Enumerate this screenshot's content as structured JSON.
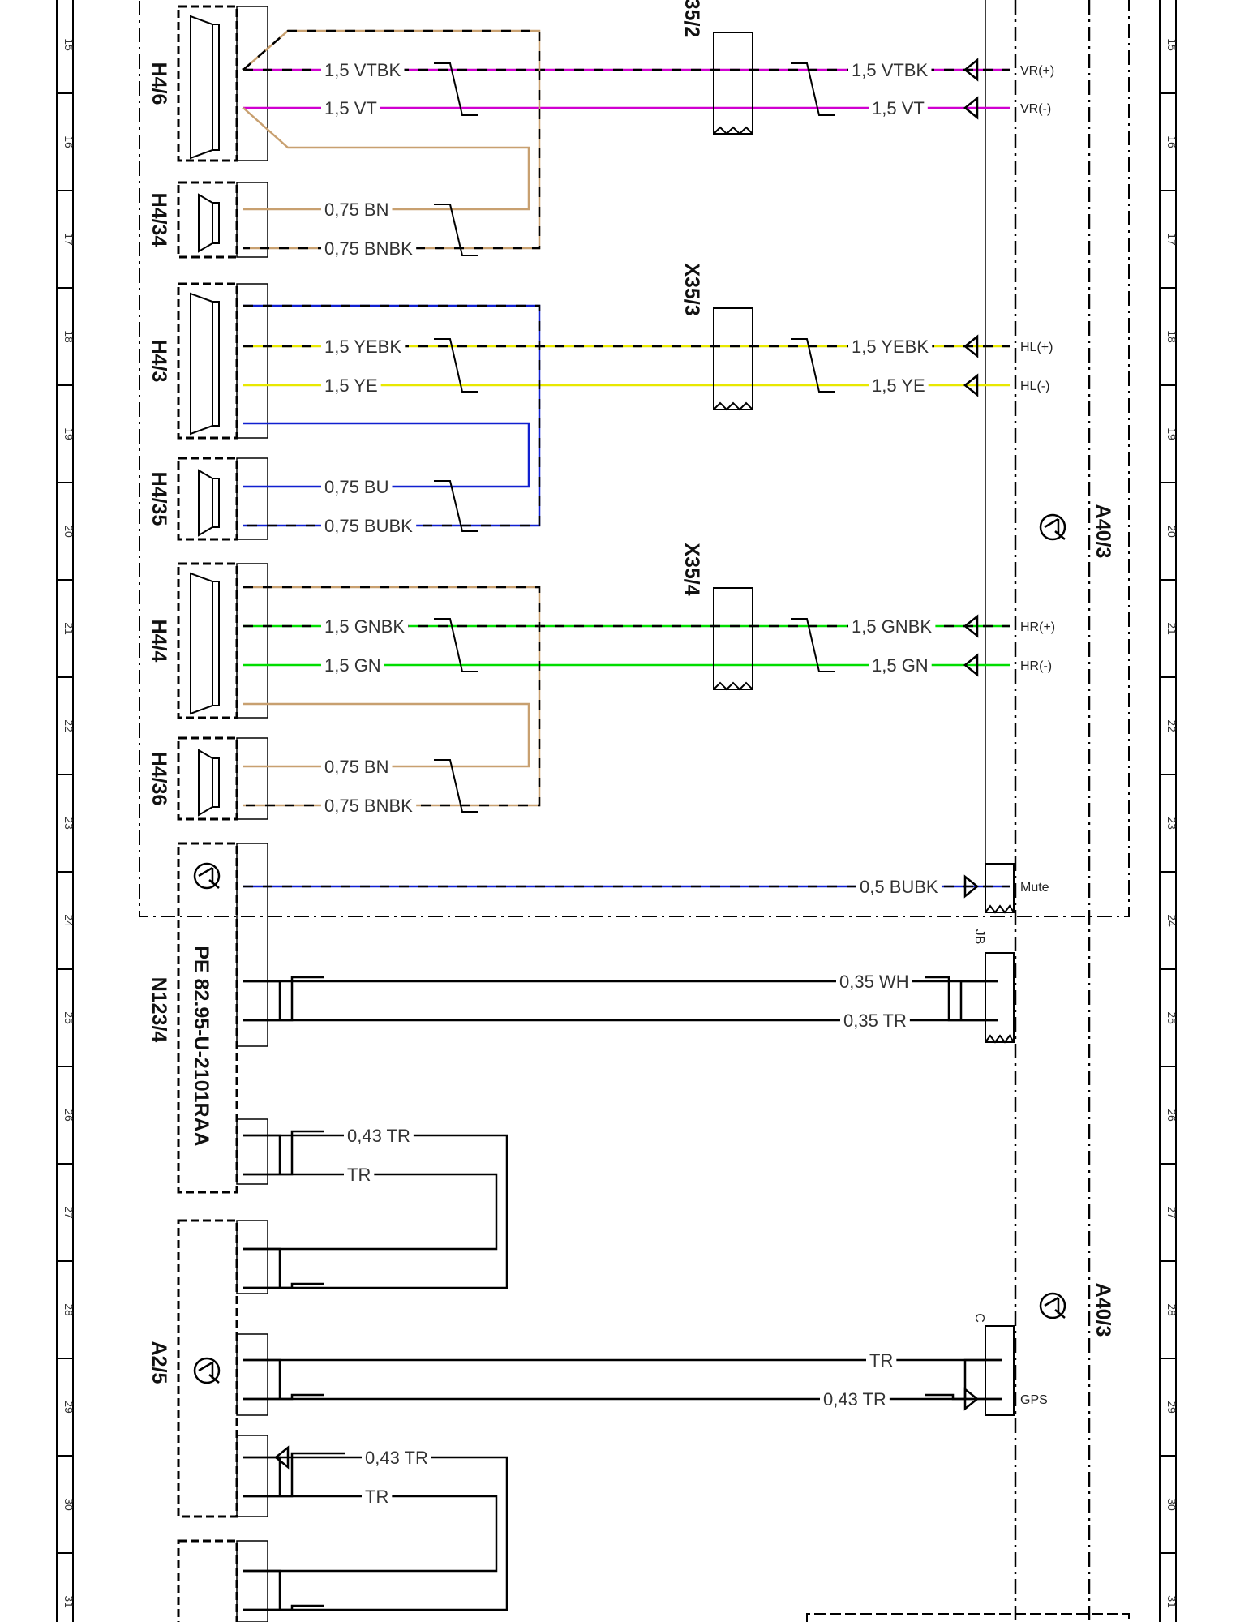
{
  "grid": {
    "rows": [
      "15",
      "16",
      "17",
      "18",
      "19",
      "20",
      "21",
      "22",
      "23",
      "24",
      "25",
      "26",
      "27",
      "28",
      "29",
      "30",
      "31"
    ]
  },
  "components": {
    "h4_6": "H4/6",
    "h4_34": "H4/34",
    "h4_3": "H4/3",
    "h4_35": "H4/35",
    "h4_4": "H4/4",
    "h4_36": "H4/36",
    "n123_4": "N123/4",
    "a2_5": "A2/5",
    "a40_3_top": "A40/3",
    "a40_3_bottom": "A40/3",
    "x35_2": "35/2",
    "x35_3": "X35/3",
    "x35_4": "X35/4",
    "ref_note": "PE 82.95-U-2101RAA",
    "jb": "JB",
    "c": "C"
  },
  "wires": {
    "w1": "1,5 VTBK",
    "w2": "1,5 VT",
    "w3": "0,75 BN",
    "w4": "0,75 BNBK",
    "w5": "1,5 YEBK",
    "w6": "1,5 YE",
    "w7": "0,75 BU",
    "w8": "0,75 BUBK",
    "w9": "1,5 GNBK",
    "w10": "1,5 GN",
    "w11": "0,75 BN",
    "w12": "0,75 BNBK",
    "w13": "1,5 VTBK",
    "w14": "1,5 VT",
    "w15": "1,5 YEBK",
    "w16": "1,5 YE",
    "w17": "1,5 GNBK",
    "w18": "1,5 GN",
    "w19": "0,5 BUBK",
    "w20": "0,35 WH",
    "w21": "0,35 TR",
    "w22": "0,43 TR",
    "w23": "TR",
    "w24": "TR",
    "w25": "0,43 TR",
    "w26": "0,43 TR",
    "w27": "TR"
  },
  "pins": {
    "vr_plus": "VR(+)",
    "vr_minus": "VR(-)",
    "hl_plus": "HL(+)",
    "hl_minus": "HL(-)",
    "hr_plus": "HR(+)",
    "hr_minus": "HR(-)",
    "mute": "Mute",
    "gps": "GPS"
  },
  "colors": {
    "violet": "#d000d0",
    "yellow": "#e8e800",
    "green": "#00dd00",
    "blue": "#1020d0",
    "brown": "#c8a070",
    "black": "#000000"
  }
}
